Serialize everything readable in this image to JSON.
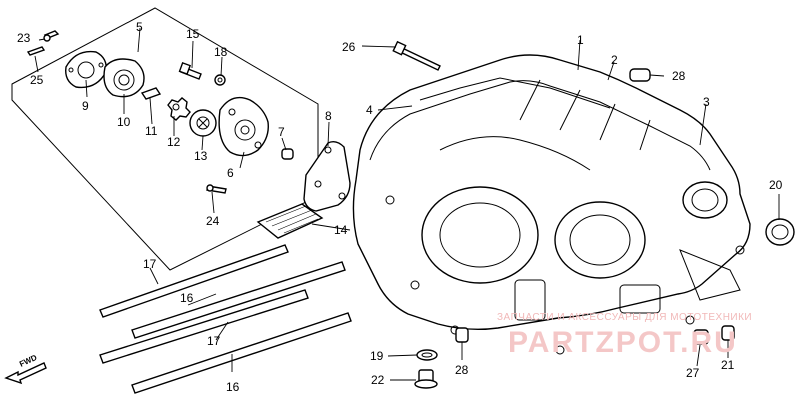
{
  "diagram": {
    "callouts": [
      {
        "id": "c1",
        "text": "1"
      },
      {
        "id": "c2",
        "text": "2"
      },
      {
        "id": "c3",
        "text": "3"
      },
      {
        "id": "c4",
        "text": "4"
      },
      {
        "id": "c5",
        "text": "5"
      },
      {
        "id": "c6",
        "text": "6"
      },
      {
        "id": "c7",
        "text": "7"
      },
      {
        "id": "c8",
        "text": "8"
      },
      {
        "id": "c9",
        "text": "9"
      },
      {
        "id": "c10",
        "text": "10"
      },
      {
        "id": "c11",
        "text": "11"
      },
      {
        "id": "c12",
        "text": "12"
      },
      {
        "id": "c13",
        "text": "13"
      },
      {
        "id": "c14",
        "text": "14"
      },
      {
        "id": "c15",
        "text": "15"
      },
      {
        "id": "c16a",
        "text": "16"
      },
      {
        "id": "c16b",
        "text": "16"
      },
      {
        "id": "c17a",
        "text": "17"
      },
      {
        "id": "c17b",
        "text": "17"
      },
      {
        "id": "c18",
        "text": "18"
      },
      {
        "id": "c19",
        "text": "19"
      },
      {
        "id": "c20",
        "text": "20"
      },
      {
        "id": "c21",
        "text": "21"
      },
      {
        "id": "c22",
        "text": "22"
      },
      {
        "id": "c23",
        "text": "23"
      },
      {
        "id": "c24",
        "text": "24"
      },
      {
        "id": "c25",
        "text": "25"
      },
      {
        "id": "c26",
        "text": "26"
      },
      {
        "id": "c27",
        "text": "27"
      },
      {
        "id": "c28a",
        "text": "28"
      },
      {
        "id": "c28b",
        "text": "28"
      }
    ],
    "direction_label": "FWD",
    "watermark_text": "ЗАПЧАСТИ И АКСЕССУАРЫ ДЛЯ МОТОТЕХНИКИ",
    "watermark_logo": "PARTZPOT.RU",
    "colors": {
      "line": "#000000",
      "background": "#ffffff",
      "watermark": "#f1b8b8"
    }
  }
}
